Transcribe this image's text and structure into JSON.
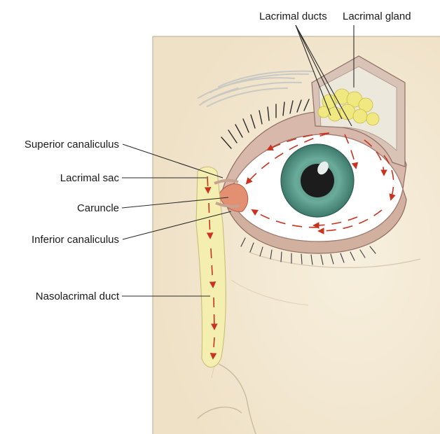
{
  "labels": {
    "lacrimal_ducts": "Lacrimal ducts",
    "lacrimal_gland": "Lacrimal gland",
    "superior_canaliculus": "Superior canaliculus",
    "lacrimal_sac": "Lacrimal sac",
    "caruncle": "Caruncle",
    "inferior_canaliculus": "Inferior canaliculus",
    "nasolacrimal_duct": "Nasolacrimal duct"
  },
  "colors": {
    "skin": "#f4ead6",
    "eye_white": "#ffffff",
    "iris": "#5b9c8c",
    "pupil": "#1c1c1c",
    "duct": "#f4efb0",
    "gland": "#f0e880",
    "tear_flow": "#c8321e",
    "eyelid": "#c9a89a"
  }
}
